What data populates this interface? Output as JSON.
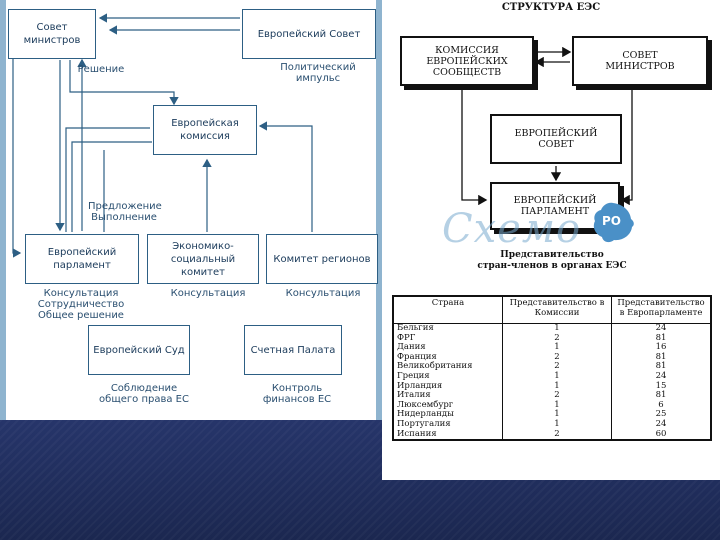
{
  "left_diagram": {
    "boxes": {
      "council_ministers": "Совет\nминистров",
      "european_council": "Европейский Совет",
      "european_commission": "Европейская\nкомиссия",
      "european_parliament": "Европейский\nпарламент",
      "ecosoc": "Экономико-\nсоциальный\nкомитет",
      "regions_committee": "Комитет регионов",
      "court": "Европейский Суд",
      "audit_chamber": "Счетная Палата"
    },
    "labels": {
      "decision": "Решение",
      "political_impulse": "Политический импульс",
      "proposal_execution": "Предложение\nВыполнение",
      "parliament_note": "Консультация\nСотрудничество\nОбщее решение",
      "ecosoc_note": "Консультация",
      "regions_note": "Консультация",
      "court_note": "Соблюдение\nобщего права ЕС",
      "audit_note": "Контроль\nфинансов ЕС"
    }
  },
  "right_diagram": {
    "title": "СТРУКТУРА ЕЭС",
    "boxes": {
      "commission": "КОМИССИЯ\nЕВРОПЕЙСКИХ\nСООБЩЕСТВ",
      "council": "СОВЕТ\nМИНИСТРОВ",
      "european_council": "ЕВРОПЕЙСКИЙ\nСОВЕТ",
      "parliament": "ЕВРОПЕЙСКИЙ\nПАРЛАМЕНТ"
    },
    "table_title": "Представительство\nстран-членов в органах ЕЭС",
    "table": {
      "headers": [
        "Страна",
        "Представительство в Комиссии",
        "Представительство в Европарламенте"
      ],
      "rows": [
        [
          "Бельгия",
          "1",
          "24"
        ],
        [
          "ФРГ",
          "2",
          "81"
        ],
        [
          "Дания",
          "1",
          "16"
        ],
        [
          "Франция",
          "2",
          "81"
        ],
        [
          "Великобритания",
          "2",
          "81"
        ],
        [
          "Греция",
          "1",
          "24"
        ],
        [
          "Ирландия",
          "1",
          "15"
        ],
        [
          "Италия",
          "2",
          "81"
        ],
        [
          "Люксембург",
          "1",
          "6"
        ],
        [
          "Нидерланды",
          "1",
          "25"
        ],
        [
          "Португалия",
          "1",
          "24"
        ],
        [
          "Испания",
          "2",
          "60"
        ]
      ]
    },
    "watermark": {
      "text": "Схемо",
      "badge": "РО"
    }
  }
}
